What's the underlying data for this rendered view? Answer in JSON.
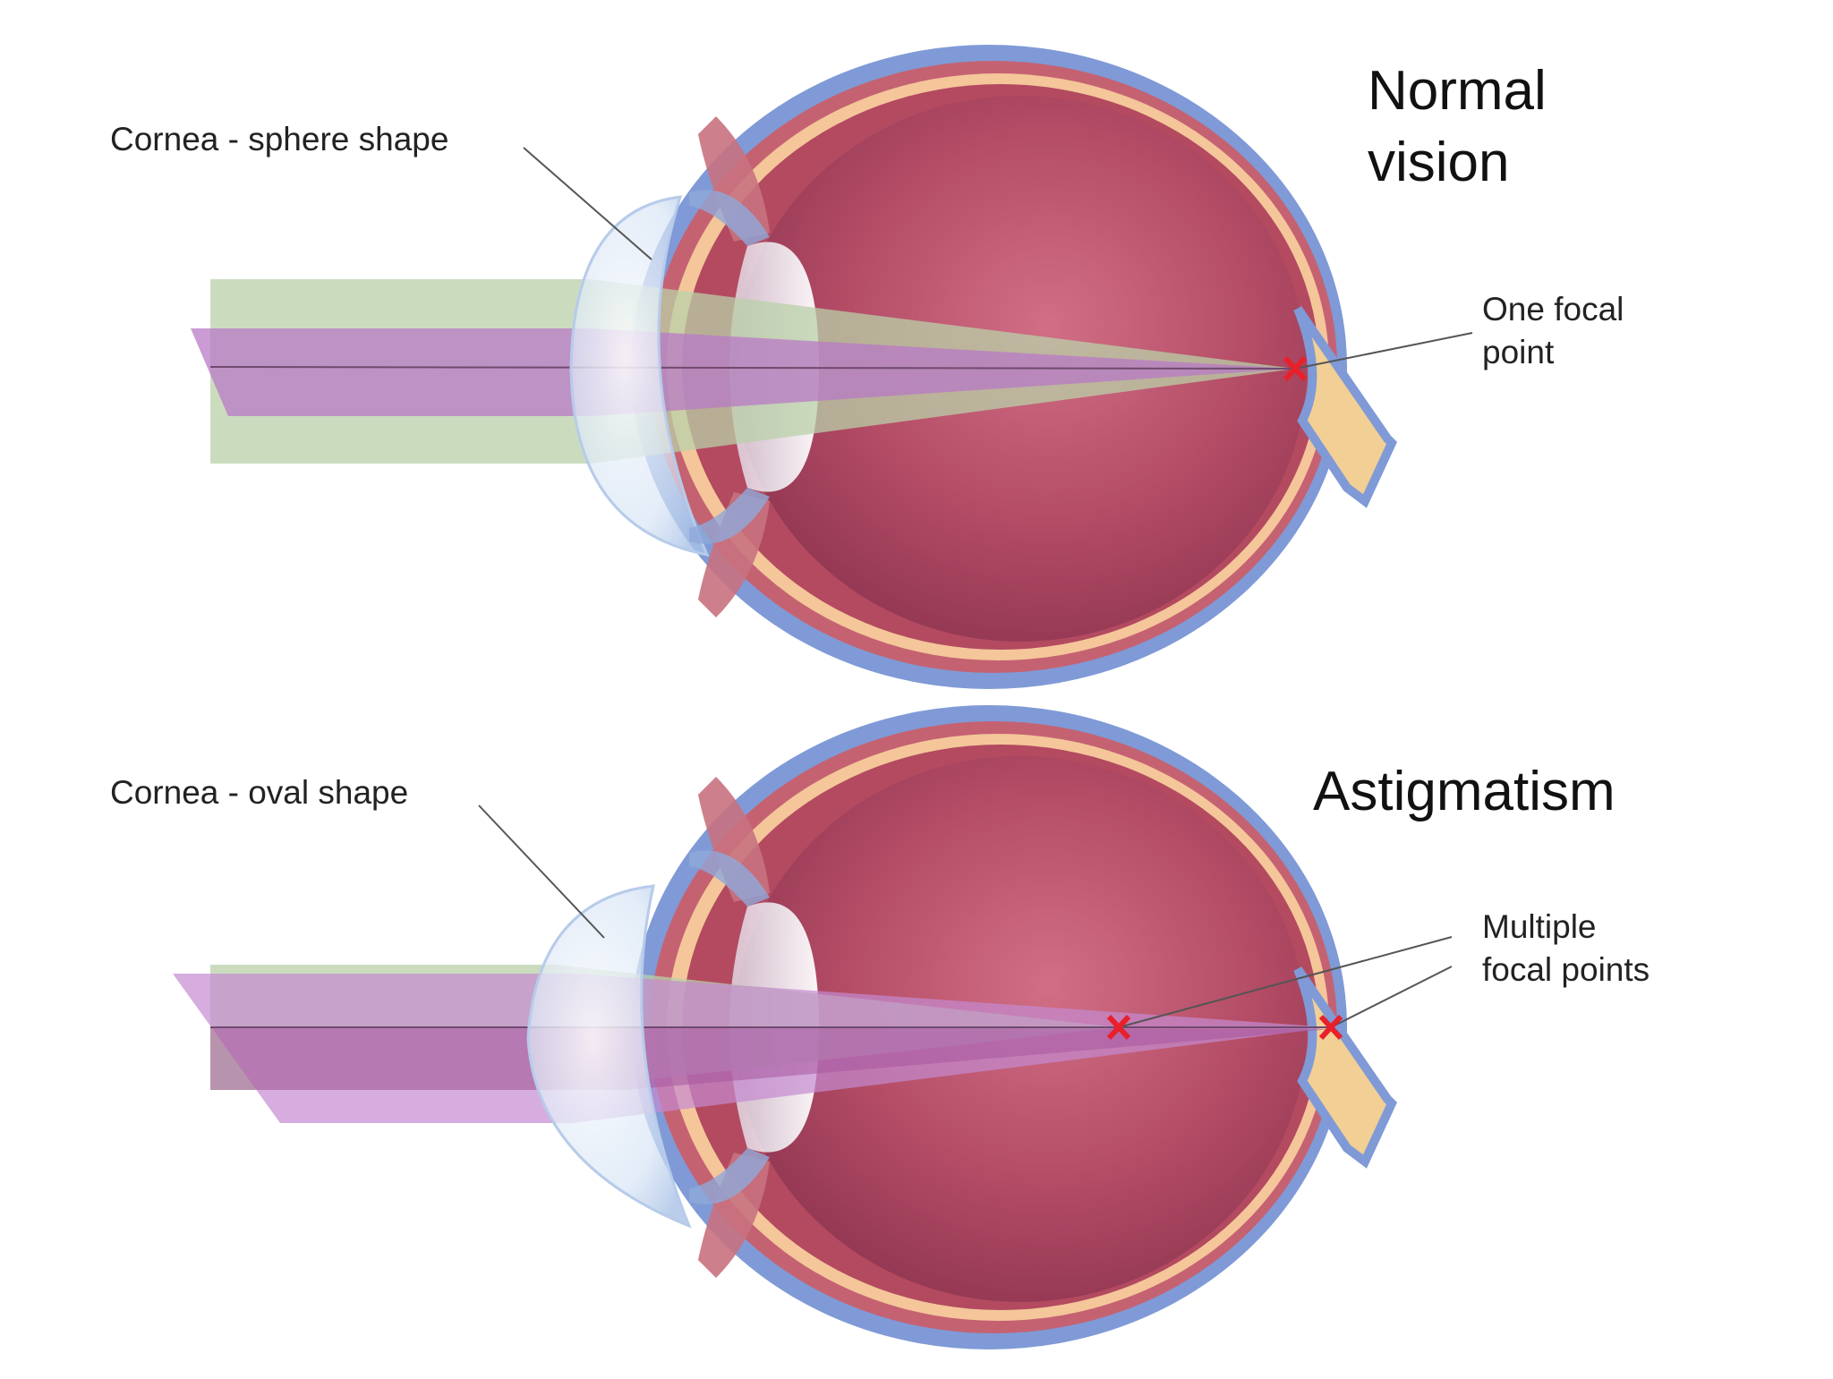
{
  "panels": [
    {
      "title_lines": [
        "Normal",
        "vision"
      ],
      "cornea_label": "Cornea - sphere shape",
      "focal_label_lines": [
        "One focal",
        "point"
      ]
    },
    {
      "title_lines": [
        "Astigmatism"
      ],
      "cornea_label": "Cornea - oval shape",
      "focal_label_lines": [
        "Multiple",
        "focal points"
      ]
    }
  ],
  "colors": {
    "sclera": "#7f9ad6",
    "choroid": "#b85060",
    "retina": "#f4c69a",
    "vitreous": "#a8425e",
    "optic_nerve": "#f1cf95",
    "cornea": "#dfe9f6",
    "light_green": "#b9d0a8",
    "light_pink": "#c48ad0",
    "focal_mark": "#e8202a"
  }
}
